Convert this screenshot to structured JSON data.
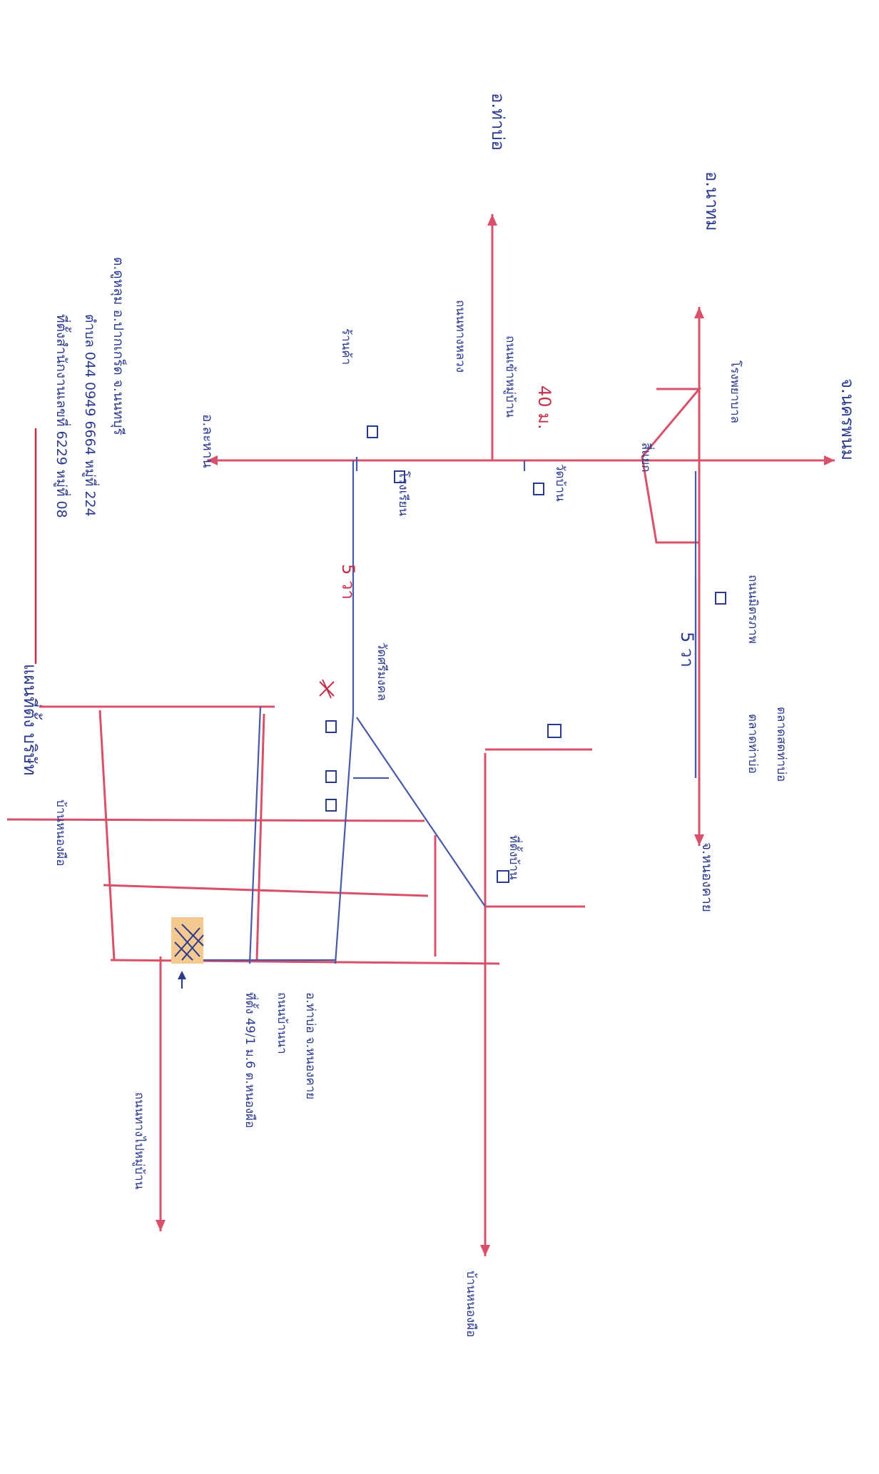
{
  "title": "แผนที่ตั้ง บริษัท",
  "header": {
    "line1": "ที่ตั้งสำนักงานเลขที่ 6229 หมู่ที่ 08",
    "line2": "ตำบล 044 0949 6664 หมู่ที่ 224",
    "line3": "ต.ดูหลุม อ.ปากเกร็ด จ.นนทบุรี"
  },
  "labels": {
    "amphoe_top_right": "อ.ท่าบ่อ",
    "amphoe_right": "อ.นาทม",
    "amphoe_left": "อ.ละหาน",
    "amphoe_bottom": "จ.หนองคาย",
    "town_bottom_right": "จ.นครพนม",
    "market": "ร้านค้า",
    "school1": "โรงเรียน",
    "school2": "วัดบ้าน",
    "distance_5wa_top": "5 วา",
    "distance_5wa_bottom": "5 วา",
    "distance_40": "40 ม.",
    "village_left": "บ้านหนองผือ",
    "road_label_1": "ถนนทางหลวง",
    "road_label_2": "ถนนเข้าหมู่บ้าน",
    "temple_label": "วัดศรีมงคล",
    "note_site": "ที่ตั้ง 49/1 ม.6 ต.หนองผือ",
    "note_site_2": "ถนนบ้านนา",
    "note_site_3": "อ.ท่าบ่อ จ.หนองคาย",
    "pointer_label": "ที่ตั้งบ้าน",
    "bottom_label_a": "ถนนทางไปหมู่บ้าน",
    "bottom_label_b": "บ้านหนองผือ",
    "shop_label": "ตลาดสดท่าบ่อ",
    "junction_label": "สี่แยก",
    "highway_label": "ถนนมิตรภาพ",
    "hospital_label": "โรงพยาบาล",
    "corner_note": "ตลาดท่าบ่อ"
  },
  "colors": {
    "pen_blue": "#2b3a8f",
    "pen_red": "#d8506a",
    "site_highlight": "#f3c98f"
  }
}
